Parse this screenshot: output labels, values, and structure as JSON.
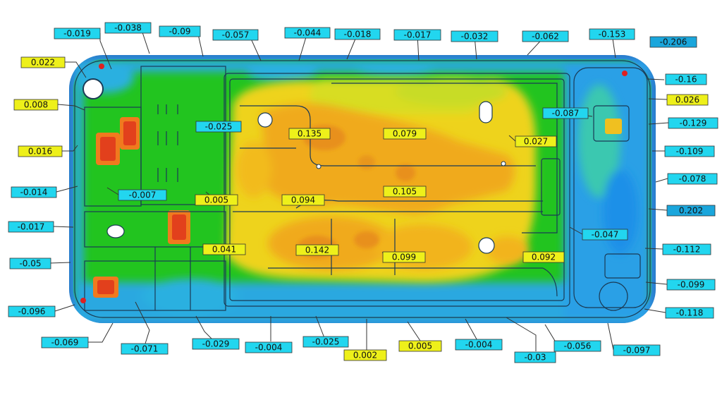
{
  "colors": {
    "cyan_label": "#22d6ef",
    "yellow_label": "#eef01a",
    "blue_label": "#1aa6dc",
    "green": "#20c41e",
    "yellow": "#f2d21a",
    "orange": "#f0a81a",
    "red": "#e8431c",
    "blue": "#2aa2e6",
    "frame": "#1f5fbf"
  },
  "labels": [
    {
      "id": "l01",
      "text": "-0.019",
      "color": "cyan"
    },
    {
      "id": "l02",
      "text": "-0.038",
      "color": "cyan"
    },
    {
      "id": "l03",
      "text": "-0.09",
      "color": "cyan"
    },
    {
      "id": "l04",
      "text": "-0.057",
      "color": "cyan"
    },
    {
      "id": "l05",
      "text": "-0.044",
      "color": "cyan"
    },
    {
      "id": "l06",
      "text": "-0.018",
      "color": "cyan"
    },
    {
      "id": "l07",
      "text": "-0.017",
      "color": "cyan"
    },
    {
      "id": "l08",
      "text": "-0.032",
      "color": "cyan"
    },
    {
      "id": "l09",
      "text": "-0.062",
      "color": "cyan"
    },
    {
      "id": "l10",
      "text": "-0.153",
      "color": "cyan"
    },
    {
      "id": "l11",
      "text": "-0.206",
      "color": "blue"
    },
    {
      "id": "l12",
      "text": "0.022",
      "color": "yellow"
    },
    {
      "id": "l13",
      "text": "-0.16",
      "color": "cyan"
    },
    {
      "id": "l14",
      "text": "0.026",
      "color": "yellow"
    },
    {
      "id": "l15",
      "text": "0.008",
      "color": "yellow"
    },
    {
      "id": "l16",
      "text": "-0.087",
      "color": "cyan"
    },
    {
      "id": "l17",
      "text": "-0.129",
      "color": "cyan"
    },
    {
      "id": "l18",
      "text": "-0.025",
      "color": "cyan"
    },
    {
      "id": "l19",
      "text": "0.135",
      "color": "yellow"
    },
    {
      "id": "l20",
      "text": "0.079",
      "color": "yellow"
    },
    {
      "id": "l21",
      "text": "0.027",
      "color": "yellow"
    },
    {
      "id": "l22",
      "text": "0.016",
      "color": "yellow"
    },
    {
      "id": "l23",
      "text": "-0.109",
      "color": "cyan"
    },
    {
      "id": "l24",
      "text": "-0.078",
      "color": "cyan"
    },
    {
      "id": "l25",
      "text": "-0.014",
      "color": "cyan"
    },
    {
      "id": "l26",
      "text": "-0.007",
      "color": "cyan"
    },
    {
      "id": "l27",
      "text": "0.005",
      "color": "yellow"
    },
    {
      "id": "l28",
      "text": "0.094",
      "color": "yellow"
    },
    {
      "id": "l29",
      "text": "0.105",
      "color": "yellow"
    },
    {
      "id": "l30",
      "text": "0.202",
      "color": "blue"
    },
    {
      "id": "l31",
      "text": "-0.017",
      "color": "cyan"
    },
    {
      "id": "l32",
      "text": "-0.047",
      "color": "cyan"
    },
    {
      "id": "l33",
      "text": "0.041",
      "color": "yellow"
    },
    {
      "id": "l34",
      "text": "0.142",
      "color": "yellow"
    },
    {
      "id": "l35",
      "text": "0.099",
      "color": "yellow"
    },
    {
      "id": "l36",
      "text": "0.092",
      "color": "yellow"
    },
    {
      "id": "l37",
      "text": "-0.112",
      "color": "cyan"
    },
    {
      "id": "l38",
      "text": "-0.05",
      "color": "cyan"
    },
    {
      "id": "l39",
      "text": "-0.099",
      "color": "cyan"
    },
    {
      "id": "l40",
      "text": "-0.096",
      "color": "cyan"
    },
    {
      "id": "l41",
      "text": "-0.118",
      "color": "cyan"
    },
    {
      "id": "l42",
      "text": "-0.069",
      "color": "cyan"
    },
    {
      "id": "l43",
      "text": "-0.071",
      "color": "cyan"
    },
    {
      "id": "l44",
      "text": "-0.029",
      "color": "cyan"
    },
    {
      "id": "l45",
      "text": "-0.004",
      "color": "cyan"
    },
    {
      "id": "l46",
      "text": "-0.025",
      "color": "cyan"
    },
    {
      "id": "l47",
      "text": "0.002",
      "color": "yellow"
    },
    {
      "id": "l48",
      "text": "0.005",
      "color": "yellow"
    },
    {
      "id": "l49",
      "text": "-0.004",
      "color": "cyan"
    },
    {
      "id": "l50",
      "text": "-0.056",
      "color": "cyan"
    },
    {
      "id": "l51",
      "text": "-0.097",
      "color": "cyan"
    },
    {
      "id": "l52",
      "text": "-0.03",
      "color": "cyan"
    }
  ]
}
